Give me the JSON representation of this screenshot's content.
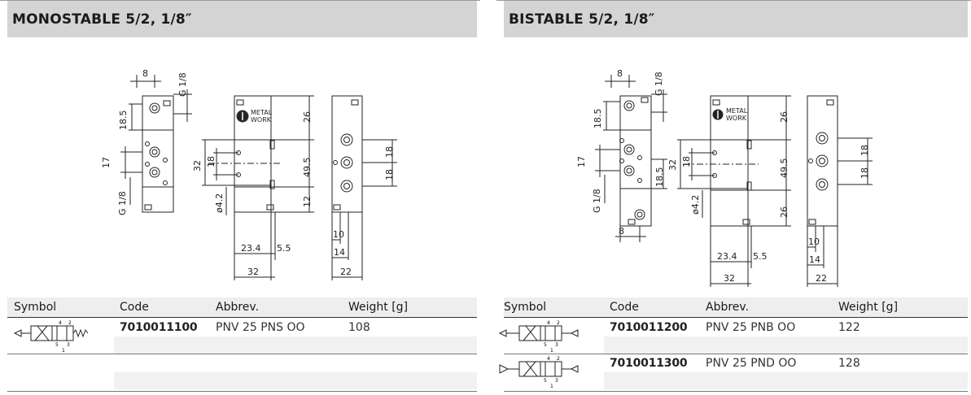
{
  "left": {
    "title": "MONOSTABLE 5/2, 1/8″",
    "table": {
      "headers": [
        "Symbol",
        "Code",
        "Abbrev.",
        "Weight [g]"
      ],
      "rows": [
        {
          "code": "7010011100",
          "abbrev": "PNV 25 PNS OO",
          "weight": "108",
          "symbol": "monostable-valve-symbol-icon"
        }
      ]
    },
    "drawing": {
      "logo_line1": "METAL",
      "logo_line2": "WORK",
      "dims": {
        "d8": "8",
        "g18a": "G 1/8",
        "d185": "18.5",
        "d17": "17",
        "g18b": "G 1/8",
        "d32": "32",
        "d18a": "18",
        "d42": "ø4.2",
        "d26": "26",
        "d495": "49.5",
        "d12": "12",
        "d234": "23.4",
        "d55": "5.5",
        "d32b": "32",
        "d18b": "18",
        "d18c": "18",
        "d10": "10",
        "d14": "14",
        "d22": "22"
      }
    }
  },
  "right": {
    "title": "BISTABLE 5/2, 1/8″",
    "table": {
      "headers": [
        "Symbol",
        "Code",
        "Abbrev.",
        "Weight [g]"
      ],
      "rows": [
        {
          "code": "7010011200",
          "abbrev": "PNV 25 PNB OO",
          "weight": "122",
          "symbol": "bistable-pnb-valve-symbol-icon"
        },
        {
          "code": "7010011300",
          "abbrev": "PNV 25 PND OO",
          "weight": "128",
          "symbol": "bistable-pnd-valve-symbol-icon"
        }
      ]
    },
    "drawing": {
      "logo_line1": "METAL",
      "logo_line2": "WORK",
      "dims": {
        "d8a": "8",
        "g18a": "G 1/8",
        "d185a": "18.5",
        "d17": "17",
        "g18b": "G 1/8",
        "d185b": "18.5",
        "d8b": "8",
        "d32": "32",
        "d18a": "18",
        "d42": "ø4.2",
        "d26a": "26",
        "d495": "49.5",
        "d26b": "26",
        "d234": "23.4",
        "d55": "5.5",
        "d32b": "32",
        "d18b": "18",
        "d18c": "18",
        "d10": "10",
        "d14": "14",
        "d22": "22"
      }
    }
  },
  "symbol_labels": {
    "p4": "4",
    "p2": "2",
    "p5": "5",
    "p1": "1",
    "p3": "3"
  }
}
